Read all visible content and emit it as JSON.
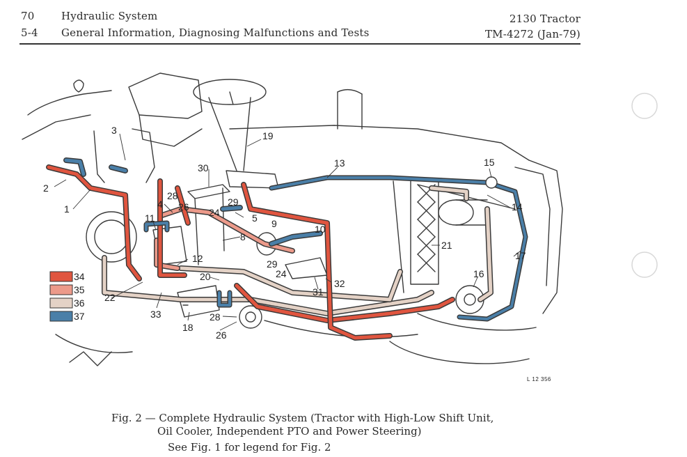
{
  "header": {
    "page_number": "70",
    "section_number": "5-4",
    "section_title": "Hydraulic System",
    "subtitle": "General Information, Diagnosing Malfunctions and Tests",
    "model": "2130 Tractor",
    "manual": "TM-4272 (Jan-79)"
  },
  "figure": {
    "reference": "L 12 356",
    "callouts": [
      "1",
      "2",
      "3",
      "4",
      "5",
      "8",
      "9",
      "10",
      "11",
      "12",
      "13",
      "14",
      "15",
      "16",
      "17",
      "18",
      "19",
      "20",
      "21",
      "22",
      "24",
      "24",
      "26",
      "26",
      "28",
      "28",
      "29",
      "29",
      "30",
      "31",
      "32",
      "33"
    ],
    "legend": [
      {
        "code": "34",
        "color": "#e0553f"
      },
      {
        "code": "35",
        "color": "#ec9a8a"
      },
      {
        "code": "36",
        "color": "#e4d2c6"
      },
      {
        "code": "37",
        "color": "#4a7fa8"
      }
    ]
  },
  "caption": {
    "line1": "Fig. 2 — Complete Hydraulic System (Tractor with High-Low Shift Unit,",
    "line2": "Oil Cooler, Independent PTO and Power Steering)",
    "line3": "See Fig. 1 for legend for Fig. 2"
  },
  "colors": {
    "pressure": "#e0553f",
    "return_light": "#ec9a8a",
    "sump": "#e4d2c6",
    "steering": "#4a7fa8",
    "ink": "#2a2a2a"
  }
}
